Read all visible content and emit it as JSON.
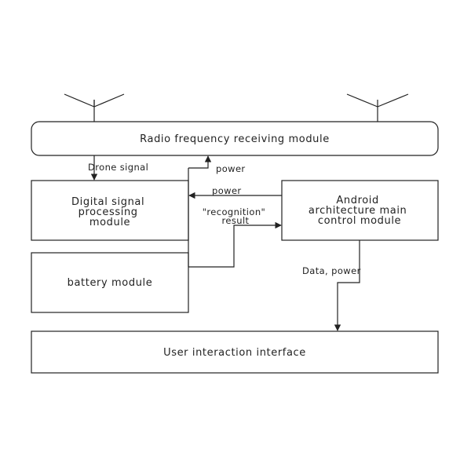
{
  "diagram": {
    "boxes": {
      "rf": "Radio frequency receiving module",
      "dsp": [
        "Digital signal",
        "processing",
        "module"
      ],
      "android": [
        "Android",
        "architecture main",
        "control module"
      ],
      "battery": "battery module",
      "ui": "User interaction interface"
    },
    "edges": {
      "drone_signal": "Drone signal",
      "power_to_rf": "power",
      "power_to_dsp": "power",
      "recognition_result": [
        "\"recognition\"",
        "result"
      ],
      "data_power": "Data, power"
    },
    "colors": {
      "stroke": "#222222",
      "fill": "#ffffff",
      "text": "#222222"
    }
  }
}
